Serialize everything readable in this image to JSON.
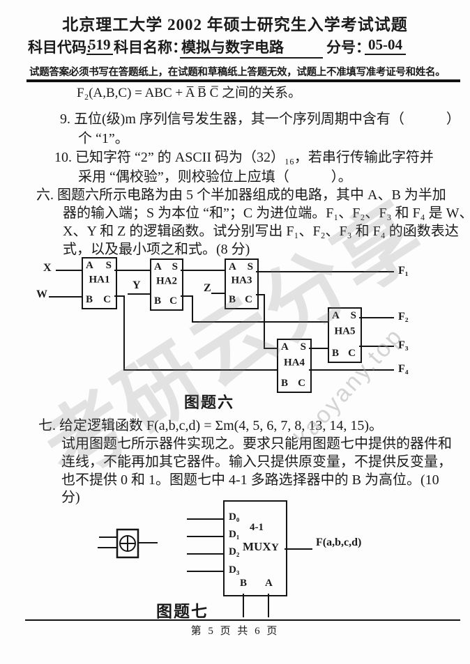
{
  "colors": {
    "ink": "#1a1a1a",
    "rule": "#111111",
    "watermark_text": "#9a9a9a",
    "watermark_site": "#b5b5b5"
  },
  "header": {
    "title": "北京理工大学 2002 年硕士研究生入学考试试题",
    "subject_code_label": "科目代码:",
    "subject_code": "519",
    "subject_name_label": "科目名称：",
    "subject_name": "模拟与数字电路",
    "paper_no_label": "分号：",
    "paper_no": "05-04",
    "notice": "试题答案必须书写在答题纸上，在试题和草稿纸上答题无效，试题上不准填写准考证号和姓名。"
  },
  "body": {
    "formula_tail": "F₂(A,B,C) = ABC + A̅ B̅ C̅ 之间的关系。",
    "q9_line1": "9. 五位(级)m 序列信号发生器，其一个序列周期中含有（　　　）",
    "q9_line2": "个 “1”。",
    "q10_line1": "10. 已知字符 “2” 的 ASCII 码为（32）₁₆，若串行传输此字符并",
    "q10_line2": "采用 “偶校验”，则校验位上应填（　　　）。",
    "q6_line1": "六. 图题六所示电路为由 5 个半加器组成的电路，其中 A、B 为半加",
    "q6_line2": "器的输入端；S 为本位 “和”；C 为进位端。F₁、F₂、F₃ 和 F₄ 是 W、",
    "q6_line3": "X、Y 和 Z 的逻辑函数。试分别写出 F₁、F₂、F₃ 和 F₄ 的函数表达",
    "q6_line4": "式，以及最小项之和式。(8 分)",
    "q7_line1": "七. 给定逻辑函数 F(a,b,c,d) = Σm(4, 5, 6, 7, 8, 13, 14, 15)。",
    "q7_line2": "试用图题七所示器件实现之。要求只能用图题七中提供的器件和",
    "q7_line3": "连线，不能再加其它器件。输入只提供原变量，不提供反变量，",
    "q7_line4": "也不提供 0 和 1。图题七中 4-1 多路选择器中的 B 为高位。(10",
    "q7_line5": "分)"
  },
  "figure6": {
    "caption": "图题六",
    "ports": {
      "a": "A",
      "s": "S",
      "b": "B",
      "c": "C"
    },
    "boxes": {
      "ha1": "HA1",
      "ha2": "HA2",
      "ha3": "HA3",
      "ha4": "HA4",
      "ha5": "HA5"
    },
    "inputs": {
      "x": "X",
      "w": "W",
      "y": "Y",
      "z": "Z"
    },
    "outputs": {
      "f1": "F₁",
      "f2": "F₂",
      "f3": "F₃",
      "f4": "F₄"
    }
  },
  "figure7": {
    "caption": "图题七",
    "mux_model": "4-1",
    "mux_name": "MUX",
    "d0": "D₀",
    "d1": "D₁",
    "d2": "D₂",
    "d3": "D₃",
    "out_pin": "Y",
    "sel_b": "B",
    "sel_a": "A",
    "output_label": "F(a,b,c,d)"
  },
  "footer": {
    "page_indicator": "第  5 页    共 6 页"
  },
  "watermark": {
    "text": "考研云分享",
    "site": "kaoyany.top"
  }
}
